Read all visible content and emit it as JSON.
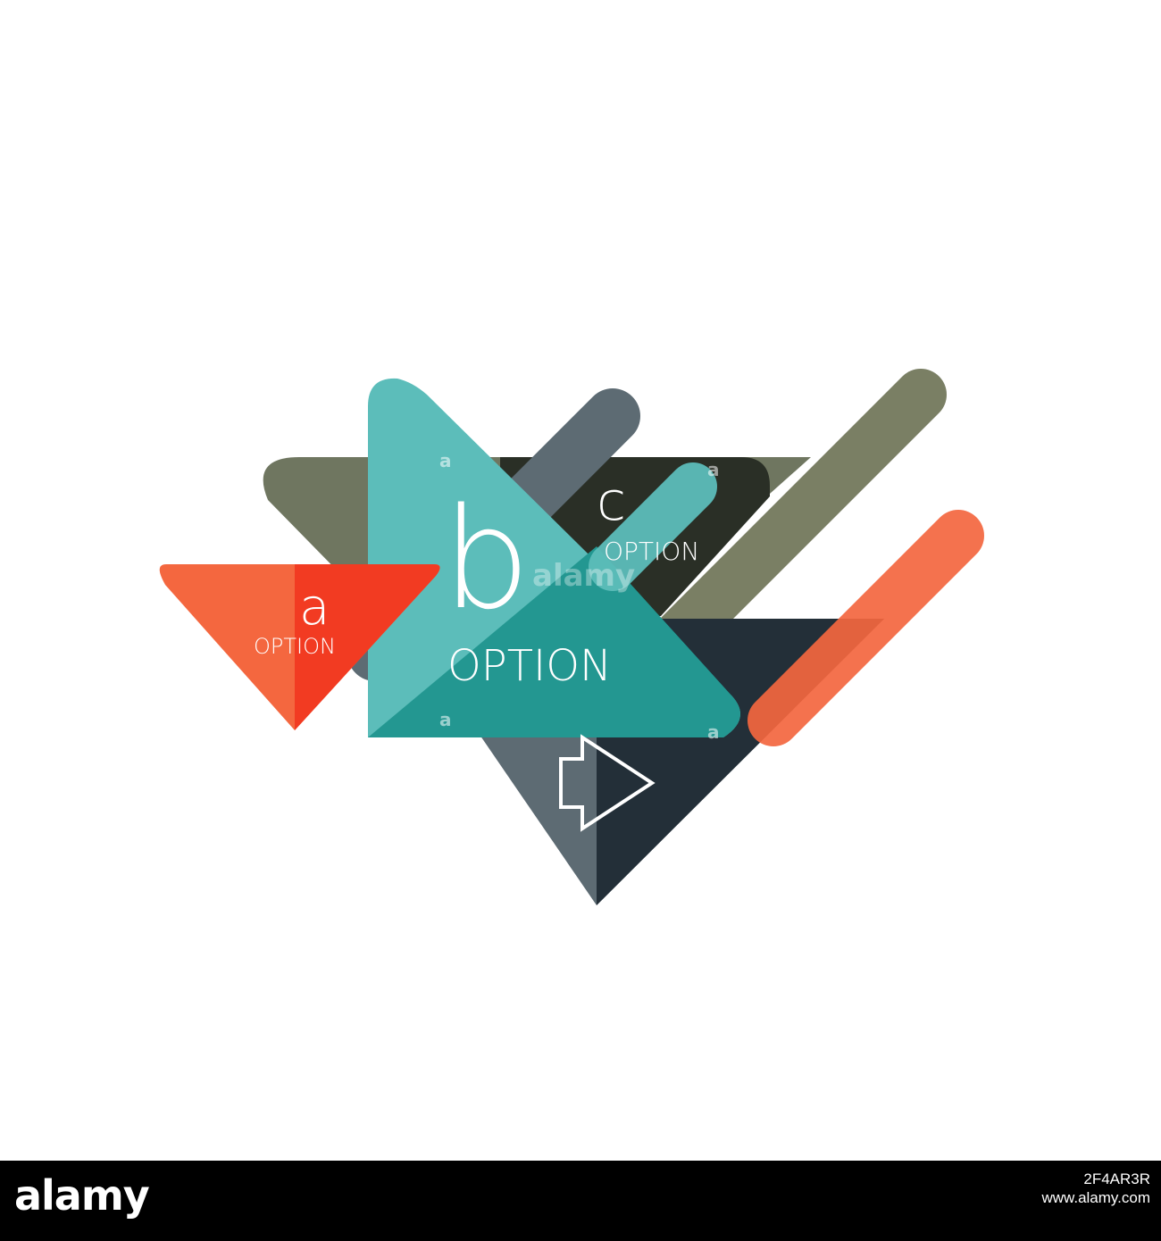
{
  "artwork": {
    "options": [
      {
        "letter": "a",
        "label": "OPTION"
      },
      {
        "letter": "b",
        "label": "OPTION"
      },
      {
        "letter": "c",
        "label": "OPTION"
      }
    ],
    "watermark": {
      "small_mark": "a",
      "word": "alamy"
    },
    "icons": {
      "arrow": "outline-arrow-right-icon"
    },
    "colors": {
      "background": "#ffffff",
      "red_orange": "#f23b22",
      "teal": "#5cbdba",
      "dark_teal": "#239791",
      "olive": "#6f7660",
      "dark_olive": "#2a2f26",
      "slate": "#5d6b73",
      "navy": "#232f38",
      "coral": "#f4673f"
    }
  },
  "footer": {
    "logo": "alamy",
    "image_id": "2F4AR3R",
    "site": "www.alamy.com"
  }
}
